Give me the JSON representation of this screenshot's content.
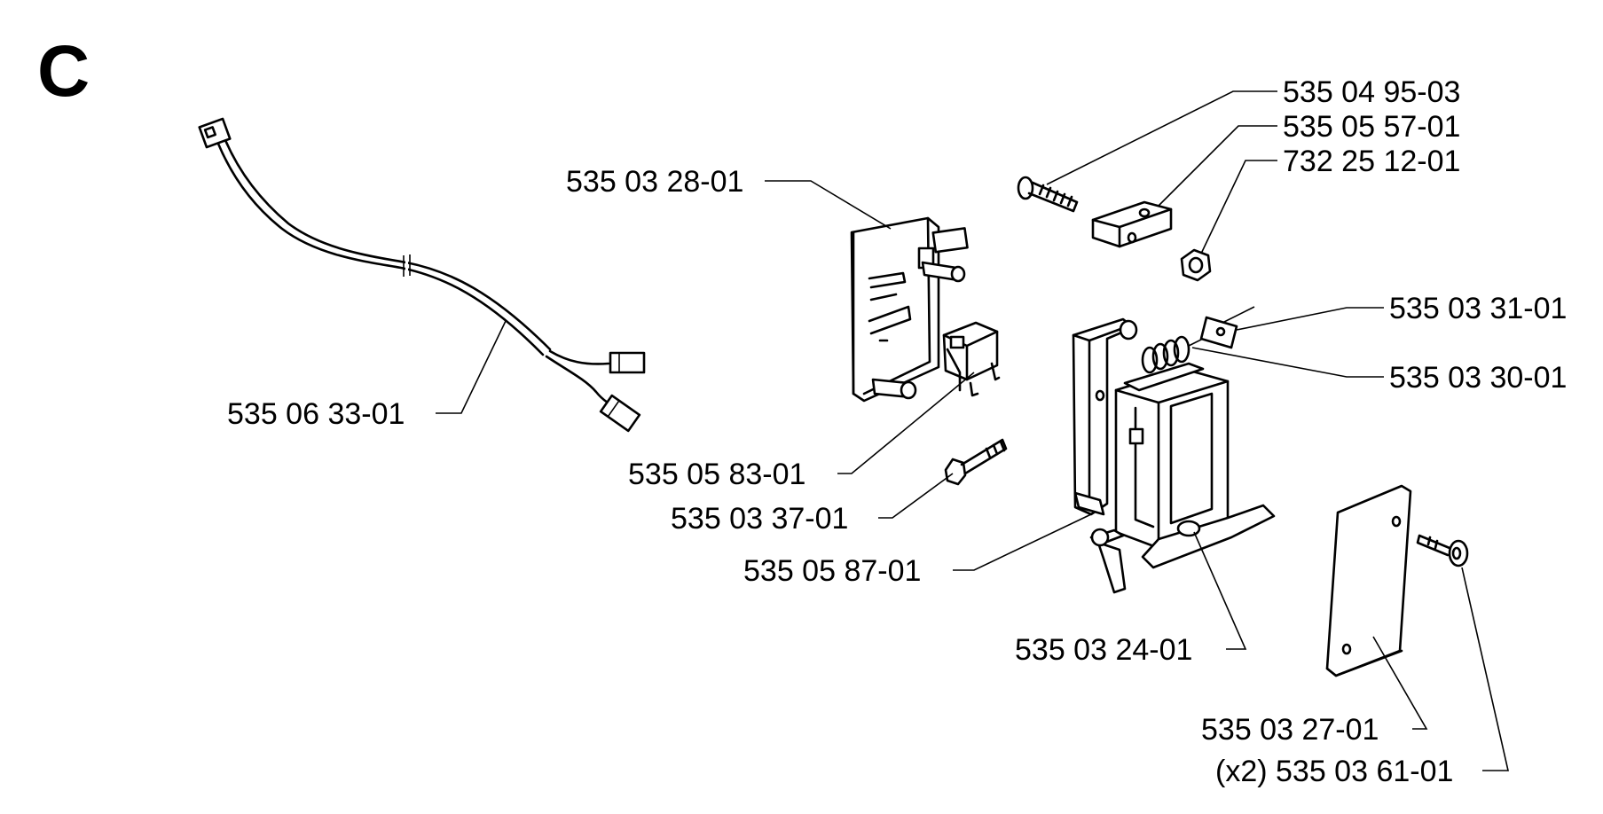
{
  "section": "C",
  "callouts": [
    {
      "id": "p-535-04-95-03",
      "label": "535 04 95-03"
    },
    {
      "id": "p-535-05-57-01",
      "label": "535 05 57-01"
    },
    {
      "id": "p-732-25-12-01",
      "label": "732 25 12-01"
    },
    {
      "id": "p-535-03-28-01",
      "label": "535 03 28-01"
    },
    {
      "id": "p-535-03-31-01",
      "label": "535 03 31-01"
    },
    {
      "id": "p-535-03-30-01",
      "label": "535 03 30-01"
    },
    {
      "id": "p-535-06-33-01",
      "label": "535 06 33-01"
    },
    {
      "id": "p-535-05-83-01",
      "label": "535 05 83-01"
    },
    {
      "id": "p-535-03-37-01",
      "label": "535 03 37-01"
    },
    {
      "id": "p-535-05-87-01",
      "label": "535 05 87-01"
    },
    {
      "id": "p-535-03-24-01",
      "label": "535 03 24-01"
    },
    {
      "id": "p-535-03-27-01",
      "label": "535 03 27-01"
    },
    {
      "id": "p-535-03-61-01",
      "label": "(x2) 535 03 61-01"
    }
  ]
}
